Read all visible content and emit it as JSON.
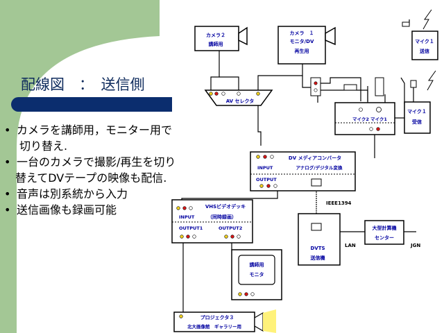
{
  "slide": {
    "title": "配線図　：　送信側",
    "bullets": [
      {
        "lines": [
          "カメラを講師用，モニター用で",
          "切り替え."
        ]
      },
      {
        "lines": [
          "一台のカメラで撮影/再生を切り",
          "替えてDVテープの映像も配信."
        ]
      },
      {
        "lines": [
          "音声は別系統から入力"
        ]
      },
      {
        "lines": [
          "送信画像も録画可能"
        ]
      }
    ]
  },
  "diagram": {
    "camera2": {
      "line1": "カメラ２",
      "line2": "講師用"
    },
    "camera1": {
      "line1": "カメラ　１",
      "line2": "モニタ/DV",
      "line3": "再生用"
    },
    "mic1_tx": {
      "line1": "マイク１",
      "line2": "送信"
    },
    "mic1_rx": {
      "line1": "マイク１",
      "line2": "受信"
    },
    "av_selector": "AV セレクタ",
    "mixer": {
      "label1": "マイク2",
      "label2": "マイク1"
    },
    "dv_converter": {
      "line1": "DV メディアコンバータ",
      "input": "INPUT",
      "line2": "アナログ/デジタル変換",
      "output": "OUTPUT"
    },
    "vhs": {
      "line1": "VHSビデオデッキ",
      "input": "INPUT",
      "line2": "（同時録画）",
      "output1": "OUTPUT1",
      "output2": "OUTPUT2"
    },
    "ieee": "IEEE1394",
    "dvts": {
      "line1": "DVTS",
      "line2": "送信機"
    },
    "lan": "LAN",
    "jgn": "JGN",
    "center": {
      "line1": "大型計算機",
      "line2": "センター"
    },
    "monitor": {
      "line1": "講師用",
      "line2": "モニタ"
    },
    "projector": {
      "line1": "プロジェクタ３",
      "line2": "北大画像館　ギャラリー用"
    }
  },
  "colors": {
    "green_panel": "#a3c795",
    "title_bar": "#0b2d6e",
    "title_text": "#0d2a5c",
    "label_blue": "#0000a0",
    "jack_yellow": "#f0d020",
    "jack_red": "#d81818",
    "projector_light": "#fff27a"
  }
}
